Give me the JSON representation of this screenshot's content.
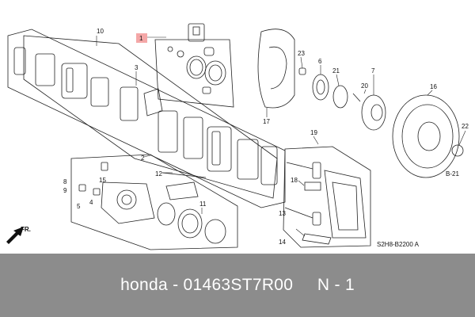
{
  "diagram": {
    "callouts": {
      "c1": "1",
      "c2": "2",
      "c3": "3",
      "c5": "5",
      "c6": "6",
      "c7": "7",
      "c8": "8",
      "c9": "9",
      "c10": "10",
      "c11": "11",
      "c12": "12",
      "c13": "13",
      "c14": "14",
      "c15": "15",
      "c16": "16",
      "c17": "17",
      "c18": "18",
      "c19": "19",
      "c20": "20",
      "c21": "21",
      "c22": "22",
      "c23": "23"
    },
    "highlight_color": "#f4a7a7",
    "ref_label": "B-21",
    "direction_label": "FR.",
    "diagram_code": "S2H8-B2200 A"
  },
  "footer": {
    "text": "honda - 01463ST7R00     N - 1"
  }
}
